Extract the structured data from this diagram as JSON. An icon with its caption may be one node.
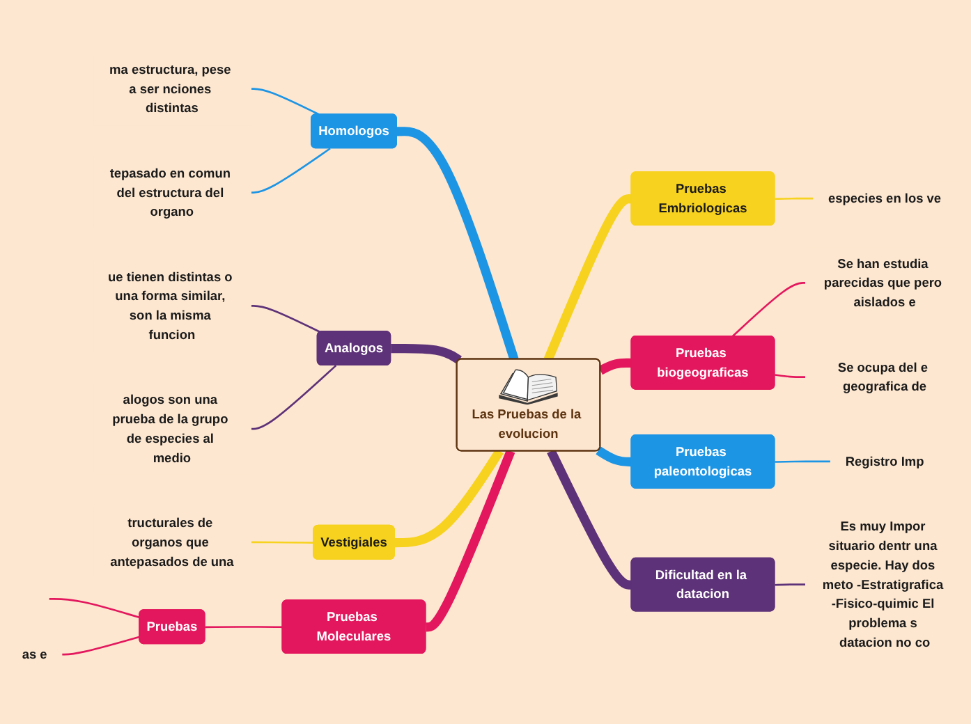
{
  "diagram": {
    "nodes": [
      {
        "text": [
          "Las Pruebas de la evolucion"
        ]
      },
      {
        "text": [
          "Homologos"
        ]
      },
      {
        "text": [
          "ma estructura, pese a ser nciones distintas"
        ]
      },
      {
        "text": [
          "tepasado en comun del estructura del organo"
        ]
      },
      {
        "text": [
          "Analogos"
        ]
      },
      {
        "text": [
          "ue tienen distintas o una forma similar, son la misma funcion"
        ]
      },
      {
        "text": [
          "alogos son una prueba de la grupo de especies al medio"
        ]
      },
      {
        "text": [
          "Vestigiales"
        ]
      },
      {
        "text": [
          "tructurales de organos que antepasados de una"
        ]
      },
      {
        "text": [
          "Pruebas Moleculares"
        ]
      },
      {
        "text": [
          "Pruebas"
        ]
      },
      {
        "text": [
          "as e"
        ]
      },
      {
        "text": [
          "Pruebas Embriologicas"
        ]
      },
      {
        "text": [
          "especies en los ve"
        ]
      },
      {
        "text": [
          "Pruebas biogeograficas"
        ]
      },
      {
        "text": [
          "Se han estudia parecidas que pero aislados e"
        ]
      },
      {
        "text": [
          "Se ocupa del e geografica de"
        ]
      },
      {
        "text": [
          "Pruebas paleontologicas"
        ]
      },
      {
        "text": [
          "Registro Imp"
        ]
      },
      {
        "text": [
          "Dificultad en la datacion"
        ]
      },
      {
        "text": [
          "Es muy Impor situario dentr una especie. Hay dos meto -Estratigrafica -Fisico-quimic El problema s datacion no co"
        ]
      }
    ],
    "edges": [
      {
        "from": 1,
        "to": 0,
        "arrow": "none",
        "style": "thick",
        "color": "#1d95e5"
      },
      {
        "from": 2,
        "to": 1,
        "arrow": "none",
        "color": "#1d95e5"
      },
      {
        "from": 3,
        "to": 1,
        "arrow": "none",
        "color": "#1d95e5"
      },
      {
        "from": 4,
        "to": 0,
        "arrow": "none",
        "style": "thick",
        "color": "#5e3278"
      },
      {
        "from": 5,
        "to": 4,
        "arrow": "none",
        "color": "#5e3278"
      },
      {
        "from": 6,
        "to": 4,
        "arrow": "none",
        "color": "#5e3278"
      },
      {
        "from": 7,
        "to": 0,
        "arrow": "none",
        "style": "thick",
        "color": "#f7d21e"
      },
      {
        "from": 8,
        "to": 7,
        "arrow": "none",
        "color": "#f7d21e"
      },
      {
        "from": 9,
        "to": 0,
        "arrow": "none",
        "style": "thick"
      },
      {
        "from": 10,
        "to": 9,
        "arrow": "none"
      },
      {
        "from": null,
        "to": 10,
        "arrow": "none"
      },
      {
        "from": 11,
        "to": 10,
        "arrow": "none"
      },
      {
        "from": 0,
        "to": 12,
        "arrow": "none",
        "style": "thick",
        "color": "#f7d21e"
      },
      {
        "from": 12,
        "to": 13,
        "arrow": "none",
        "color": "#f7d21e"
      },
      {
        "from": 0,
        "to": 14,
        "arrow": "none",
        "style": "thick"
      },
      {
        "from": 14,
        "to": 15,
        "arrow": "none"
      },
      {
        "from": 14,
        "to": 16,
        "arrow": "none"
      },
      {
        "from": 0,
        "to": 17,
        "arrow": "none",
        "style": "thick",
        "color": "#1d95e5"
      },
      {
        "from": 17,
        "to": 18,
        "arrow": "none",
        "color": "#1d95e5"
      },
      {
        "from": 0,
        "to": 19,
        "arrow": "none",
        "style": "thick",
        "color": "#5e3278"
      },
      {
        "from": 19,
        "to": 20,
        "arrow": "none",
        "color": "#5e3278"
      }
    ]
  }
}
